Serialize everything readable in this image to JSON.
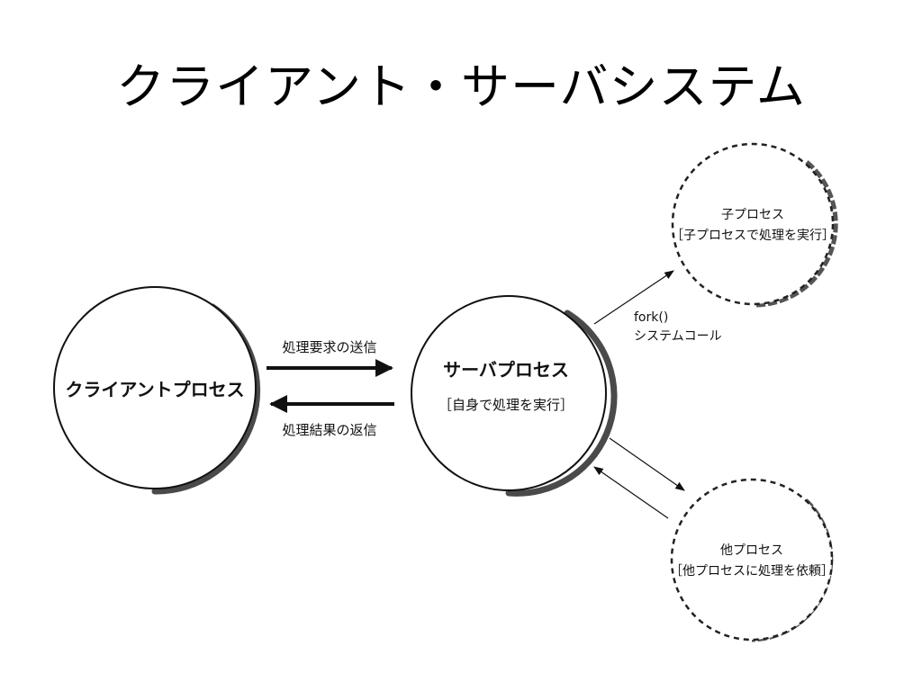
{
  "title": "クライアント・サーバシステム",
  "colors": {
    "ink": "#111111",
    "shadow": "#4a4a4a"
  },
  "nodes": {
    "client": {
      "label": "クライアントプロセス"
    },
    "server": {
      "label": "サーバプロセス",
      "sublabel": "［自身で処理を実行］"
    },
    "child": {
      "label": "子プロセス",
      "sublabel": "［子プロセスで処理を実行］"
    },
    "other": {
      "label": "他プロセス",
      "sublabel": "［他プロセスに処理を依頼］"
    }
  },
  "edges": {
    "request": {
      "label": "処理要求の送信"
    },
    "response": {
      "label": "処理結果の返信"
    },
    "fork": {
      "label_line1": "fork()",
      "label_line2": "システムコール"
    }
  }
}
